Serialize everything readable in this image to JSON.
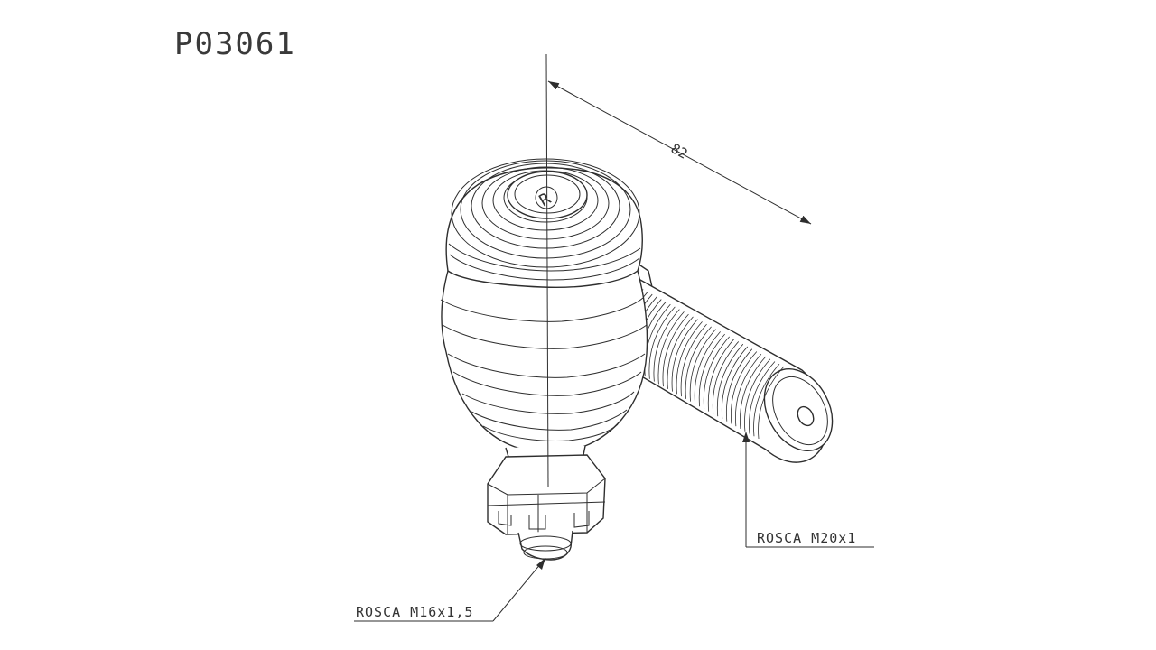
{
  "part_number": "P03061",
  "dimension": {
    "value": "82"
  },
  "callouts": {
    "stud_thread": "ROSCA M16x1,5",
    "shank_thread": "ROSCA M20x1"
  },
  "cap_mark": "R",
  "colors": {
    "line": "#2e2e2e",
    "background": "#ffffff",
    "text": "#333333"
  }
}
